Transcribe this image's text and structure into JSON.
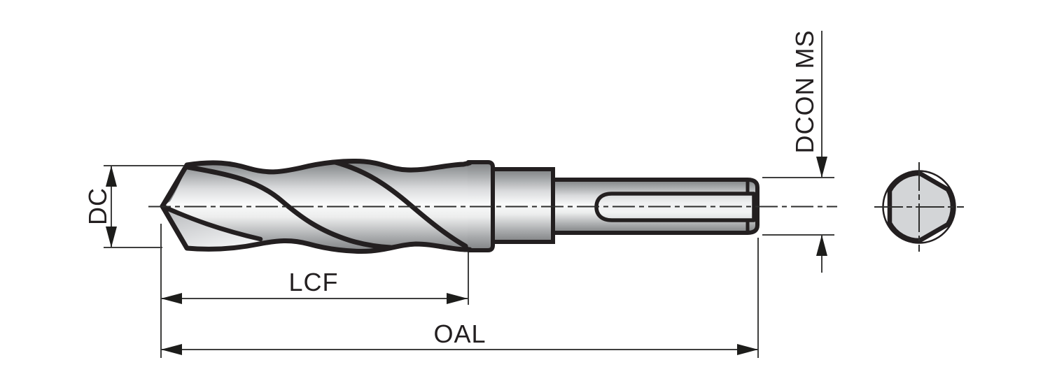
{
  "drawing": {
    "background": "#ffffff",
    "labels": {
      "dc": "DC",
      "lcf": "LCF",
      "oal": "OAL",
      "dcon_ms": "DCON MS"
    },
    "colors": {
      "outline": "#231f20",
      "dimension_lines": "#3f3f3e",
      "arrow_fill": "#1d1d1b",
      "metal_dark": "#7f8183",
      "metal_mid": "#c7c9cb",
      "metal_light": "#fafbfb",
      "shank_flat_fill": "#e9eaec",
      "end_view_fill": "#d3d5d7"
    }
  }
}
